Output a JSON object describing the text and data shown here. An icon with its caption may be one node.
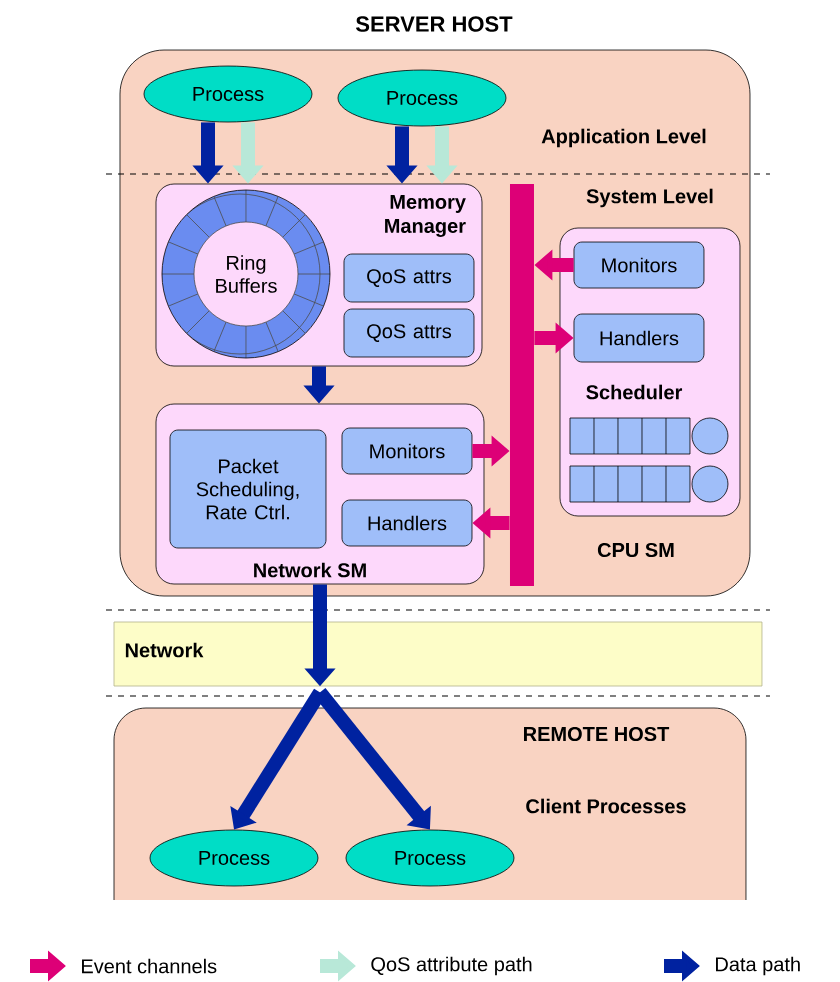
{
  "diagram": {
    "nodes": [
      {
        "text": [
          "SERVER HOST"
        ]
      },
      {
        "text": [
          "Process"
        ],
        "in": 0
      },
      {
        "text": [
          "Process"
        ],
        "in": 0
      },
      {
        "text": [
          "Memory Manager"
        ],
        "in": 0
      },
      {
        "text": [
          "Ring Buffers"
        ],
        "in": 3
      },
      {
        "text": [
          "QoS attrs"
        ],
        "in": 3
      },
      {
        "text": [
          "QoS attrs"
        ],
        "in": 3
      },
      {
        "text": [
          "Network SM"
        ],
        "in": 0
      },
      {
        "text": [
          "Packet Scheduling, Rate Ctrl."
        ],
        "in": 7
      },
      {
        "text": [
          "Monitors"
        ],
        "in": 7
      },
      {
        "text": [
          "Handlers"
        ],
        "in": 7
      },
      {
        "text": [],
        "shape": "bar",
        "in": 0
      },
      {
        "text": [
          "Scheduler",
          "CPU SM"
        ],
        "in": 0
      },
      {
        "text": [
          "Monitors"
        ],
        "in": 12
      },
      {
        "text": [
          "Handlers"
        ],
        "in": 12
      },
      {
        "text": [
          "Network"
        ]
      },
      {
        "text": [
          "REMOTE HOST",
          "Client Processes"
        ]
      },
      {
        "text": [
          "Process"
        ],
        "in": 16
      },
      {
        "text": [
          "Process"
        ],
        "in": 16
      }
    ],
    "edges": [
      {
        "from": 1,
        "to": 3,
        "arrow": "to"
      },
      {
        "from": 1,
        "to": 3,
        "arrow": "to",
        "color": "#b8e8d8"
      },
      {
        "from": 2,
        "to": 3,
        "arrow": "to"
      },
      {
        "from": 2,
        "to": 3,
        "arrow": "to",
        "color": "#b8e8d8"
      },
      {
        "from": 3,
        "to": 7,
        "arrow": "to"
      },
      {
        "from": 9,
        "to": 11,
        "arrow": "to",
        "color": "#dd0077"
      },
      {
        "from": 11,
        "to": 10,
        "arrow": "to",
        "color": "#dd0077"
      },
      {
        "from": 13,
        "to": 11,
        "arrow": "to",
        "color": "#dd0077"
      },
      {
        "from": 11,
        "to": 14,
        "arrow": "to",
        "color": "#dd0077"
      },
      {
        "from": 7,
        "to": 15,
        "arrow": "to"
      },
      {
        "from": 15,
        "to": 17,
        "arrow": "to"
      },
      {
        "from": 15,
        "to": 18,
        "arrow": "to"
      }
    ],
    "labels": [
      "Application Level",
      "System Level"
    ],
    "legend": [
      {
        "text": "Event channels",
        "color": "#dd0077"
      },
      {
        "text": "QoS attribute path",
        "color": "#b8e8d8"
      },
      {
        "text": "Data path",
        "color": "#0022a0"
      }
    ]
  }
}
